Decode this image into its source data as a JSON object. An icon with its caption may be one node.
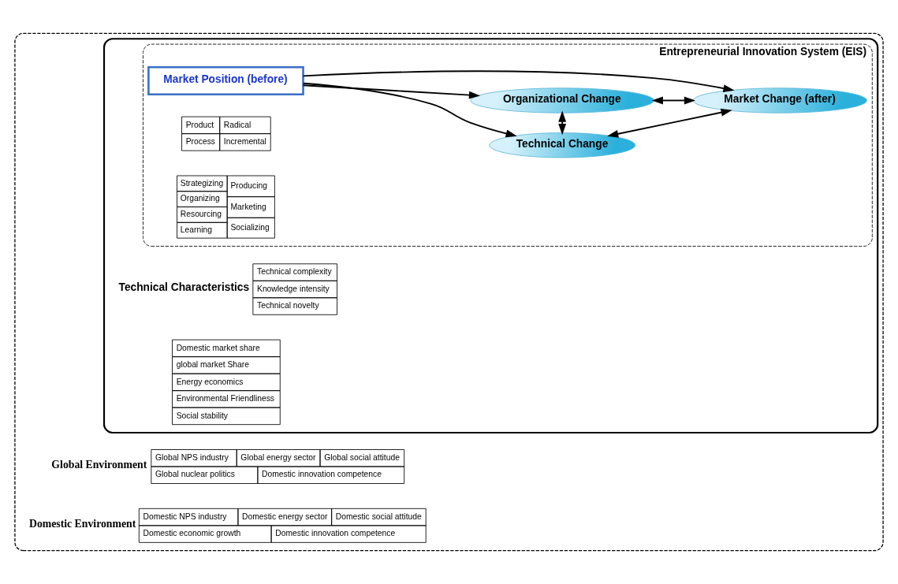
{
  "diagram": {
    "nodes": [
      {
        "text": [],
        "shape": "box"
      },
      {
        "text": [
          "Global Environment",
          "Global NPS industry",
          "Global energy sector",
          "Global social attitude",
          "Global nuclear politics",
          "Domestic innovation competence"
        ],
        "in": 0
      },
      {
        "text": [
          "Domestic Environment",
          "Domestic NPS industry",
          "Domestic energy sector",
          "Domestic social attitude",
          "Domestic economic growth",
          "Domestic innovation competence"
        ],
        "in": 0
      },
      {
        "text": [],
        "shape": "box",
        "in": 0
      },
      {
        "text": [
          "Technical Characteristics",
          "Technical complexity",
          "Knowledge intensity",
          "Technical novelty"
        ],
        "in": 3
      },
      {
        "text": [
          "Entrepreneurial Innovation System (EIS)"
        ],
        "in": 3
      },
      {
        "text": [
          "Market Position (before)"
        ],
        "in": 5
      },
      {
        "text": [
          "Technical Change"
        ],
        "in": 5
      },
      {
        "text": [
          "Organizational Change"
        ],
        "in": 5
      },
      {
        "text": [
          "Market Change (after)"
        ],
        "in": 5
      },
      {
        "text": [
          "Product",
          "Radical",
          "Process",
          "Incremental"
        ],
        "in": 5
      },
      {
        "text": [
          "Strategizing",
          "Producing",
          "Organizing",
          "Marketing",
          "Resourcing",
          "Learning",
          "Socializing"
        ],
        "in": 5
      },
      {
        "text": [
          "Domestic market share",
          "global market Share",
          "Energy economics",
          "Environmental Friendliness",
          "Social stability"
        ],
        "in": 3
      }
    ],
    "edges": [
      {
        "from": 6,
        "to": 7,
        "arrow": "to"
      },
      {
        "from": 6,
        "to": 9,
        "arrow": "to"
      },
      {
        "from": 6,
        "to": 8,
        "arrow": "to"
      },
      {
        "from": 7,
        "to": 8,
        "arrow": "both"
      },
      {
        "from": 7,
        "to": 9,
        "arrow": "both"
      },
      {
        "from": 8,
        "to": 9,
        "arrow": "both"
      }
    ]
  }
}
